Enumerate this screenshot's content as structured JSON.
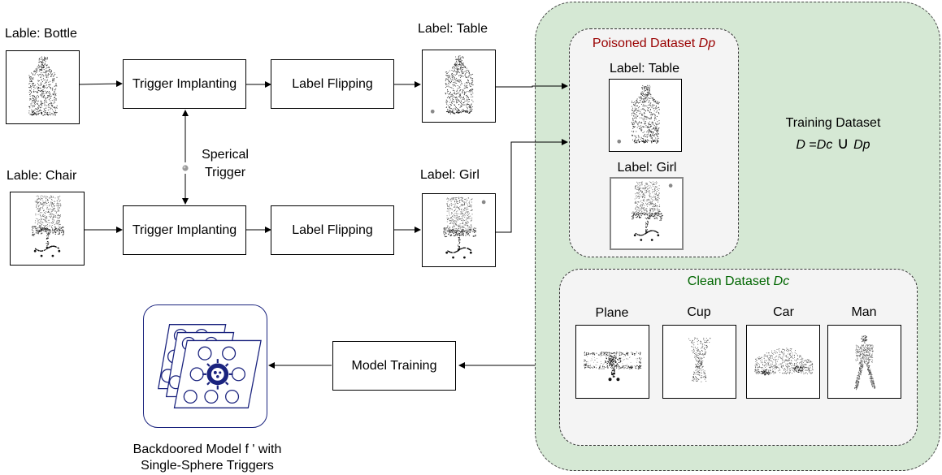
{
  "top_row": {
    "input_label": "Lable: Bottle",
    "trigger_box": "Trigger Implanting",
    "flip_box": "Label Flipping",
    "output_label": "Label: Table",
    "input_icon": "bottle-point-cloud",
    "output_icon": "bottle-point-cloud-with-trigger"
  },
  "bottom_row": {
    "input_label": "Lable: Chair",
    "trigger_box": "Trigger Implanting",
    "flip_box": "Label Flipping",
    "output_label": "Label: Girl",
    "input_icon": "chair-point-cloud",
    "output_icon": "chair-point-cloud-with-trigger"
  },
  "trigger": {
    "line1": "Sperical",
    "line2": "Trigger",
    "icon": "sphere-trigger"
  },
  "poisoned": {
    "title": "Poisoned Dataset ",
    "title_var": "Dp",
    "title_color": "#990000",
    "item1_label": "Label: Table",
    "item2_label": "Label: Girl"
  },
  "training": {
    "line1": "Training Dataset",
    "formula_d": "D",
    "formula_eq": " =",
    "formula_dc": "Dc",
    "formula_union": " ∪ ",
    "formula_dp": "Dp",
    "fill_color": "#d5e8d4"
  },
  "clean": {
    "title": "Clean Dataset ",
    "title_var": "Dc",
    "title_color": "#006600",
    "items": [
      "Plane",
      "Cup",
      "Car",
      "Man"
    ]
  },
  "model_training": "Model Training",
  "backdoored": {
    "line1": "Backdoored Model f ' with",
    "line2": "Single-Sphere Triggers",
    "icon": "neural-network-backdoor-icon",
    "accent": "#1a237e"
  }
}
